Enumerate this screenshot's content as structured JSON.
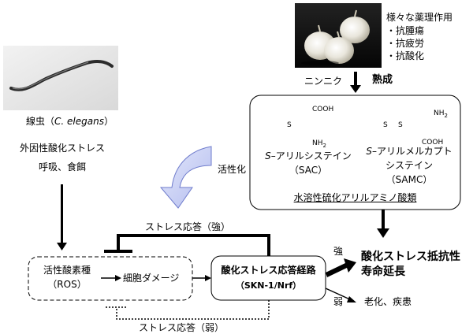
{
  "worm": {
    "caption_prefix": "線虫（",
    "caption_italic": "C. elegans",
    "caption_suffix": "）"
  },
  "stressors": {
    "line1": "外因性酸化ストレス",
    "line2": "呼吸、食餌"
  },
  "garlic": {
    "label": "ニンニク",
    "effects_title": "様々な薬理作用",
    "effects": [
      "・抗腫瘍",
      "・抗疲労",
      "・抗酸化"
    ]
  },
  "aging_label": "熟成",
  "compounds_box": {
    "sac": {
      "name_italic": "S",
      "name_rest": "–アリルシステイン",
      "abbr": "（SAC）"
    },
    "samc": {
      "name_italic": "S",
      "name_rest_line1": "–アリルメルカプト",
      "name_line2": "システイン",
      "abbr": "（SAMC）"
    },
    "class_label": "水溶性硫化アリルアミノ酸類",
    "chem_labels": {
      "cooh": "COOH",
      "nh2": "NH",
      "nh2_sub": "2",
      "s": "S"
    }
  },
  "activation_label": "活性化",
  "stress_response_strong": "ストレス応答（強）",
  "stress_response_weak": "ストレス応答（弱）",
  "ros_box": {
    "line1": "活性酸素種",
    "line2": "（ROS）"
  },
  "cell_damage": "細胞ダメージ",
  "pathway_box": {
    "line1": "酸化ストレス応答経路",
    "line2": "（SKN-1/Nrf）"
  },
  "strong_label": "強",
  "weak_label": "弱",
  "outcome_strong": {
    "line1": "酸化ストレス抵抗性",
    "line2": "寿命延長"
  },
  "outcome_weak": "老化、疾患"
}
